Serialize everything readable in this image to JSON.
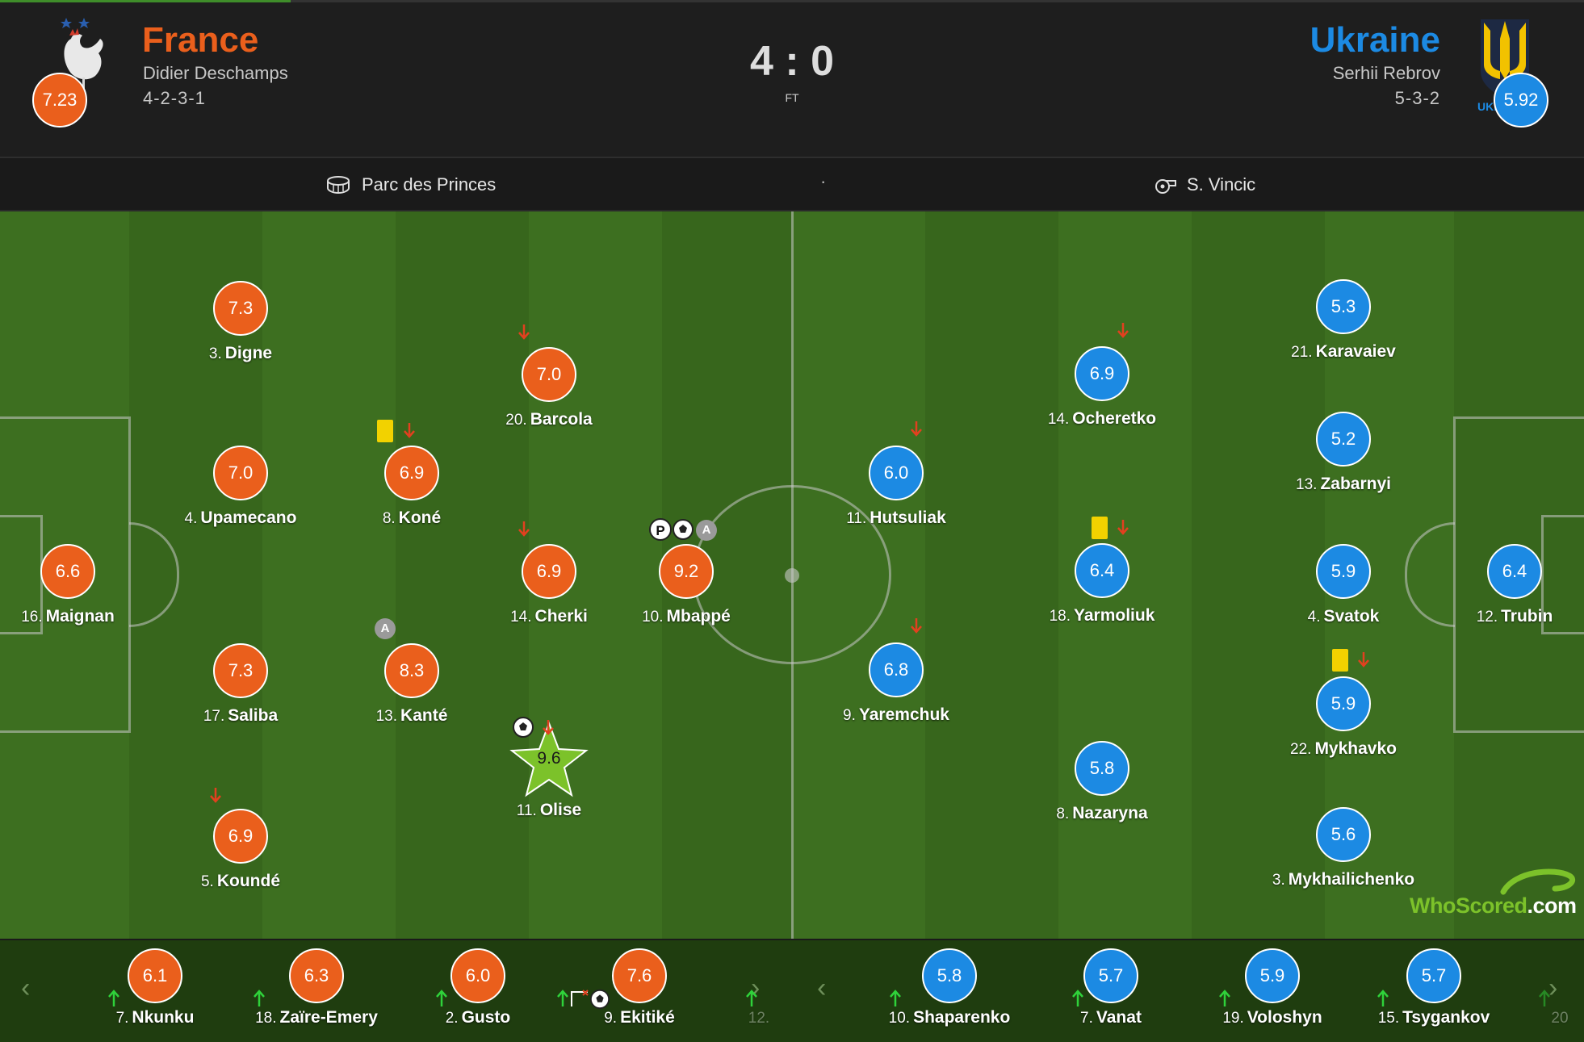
{
  "home": {
    "name": "France",
    "coach": "Didier Deschamps",
    "formation": "4-2-3-1",
    "rating": "7.23",
    "color": "#ea5f1c"
  },
  "away": {
    "name": "Ukraine",
    "coach": "Serhii Rebrov",
    "formation": "5-3-2",
    "rating": "5.92",
    "color": "#1c8ae3",
    "crest_text": "UKR"
  },
  "score": "4 : 0",
  "status": "FT",
  "venue": "Parc des Princes",
  "separator": "·",
  "referee": "S. Vincic",
  "home_players": [
    {
      "num": "3.",
      "name": "Digne",
      "rating": "7.3"
    },
    {
      "num": "4.",
      "name": "Upamecano",
      "rating": "7.0"
    },
    {
      "num": "16.",
      "name": "Maignan",
      "rating": "6.6"
    },
    {
      "num": "17.",
      "name": "Saliba",
      "rating": "7.3"
    },
    {
      "num": "5.",
      "name": "Koundé",
      "rating": "6.9",
      "events": [
        "subbed-off"
      ]
    },
    {
      "num": "8.",
      "name": "Koné",
      "rating": "6.9",
      "events": [
        "yellow-card",
        "subbed-off"
      ]
    },
    {
      "num": "13.",
      "name": "Kanté",
      "rating": "8.3",
      "events": [
        "assist"
      ]
    },
    {
      "num": "20.",
      "name": "Barcola",
      "rating": "7.0",
      "events": [
        "subbed-off"
      ]
    },
    {
      "num": "14.",
      "name": "Cherki",
      "rating": "6.9",
      "events": [
        "subbed-off"
      ]
    },
    {
      "num": "11.",
      "name": "Olise",
      "rating": "9.6",
      "man_of_match": true,
      "events": [
        "goal",
        "subbed-off"
      ]
    },
    {
      "num": "10.",
      "name": "Mbappé",
      "rating": "9.2",
      "events": [
        "penalty-goal",
        "goal",
        "assist"
      ]
    }
  ],
  "away_players": [
    {
      "num": "11.",
      "name": "Hutsuliak",
      "rating": "6.0",
      "events": [
        "subbed-off"
      ]
    },
    {
      "num": "9.",
      "name": "Yaremchuk",
      "rating": "6.8",
      "events": [
        "subbed-off"
      ]
    },
    {
      "num": "14.",
      "name": "Ocheretko",
      "rating": "6.9",
      "events": [
        "subbed-off"
      ]
    },
    {
      "num": "18.",
      "name": "Yarmoliuk",
      "rating": "6.4",
      "events": [
        "yellow-card",
        "subbed-off"
      ]
    },
    {
      "num": "8.",
      "name": "Nazaryna",
      "rating": "5.8"
    },
    {
      "num": "21.",
      "name": "Karavaiev",
      "rating": "5.3"
    },
    {
      "num": "13.",
      "name": "Zabarnyi",
      "rating": "5.2"
    },
    {
      "num": "4.",
      "name": "Svatok",
      "rating": "5.9"
    },
    {
      "num": "22.",
      "name": "Mykhavko",
      "rating": "5.9",
      "events": [
        "yellow-card",
        "subbed-off"
      ]
    },
    {
      "num": "3.",
      "name": "Mykhailichenko",
      "rating": "5.6"
    },
    {
      "num": "12.",
      "name": "Trubin",
      "rating": "6.4"
    }
  ],
  "home_bench": [
    {
      "num": "7.",
      "name": "Nkunku",
      "rating": "6.1"
    },
    {
      "num": "18.",
      "name": "Zaïre-Emery",
      "rating": "6.3"
    },
    {
      "num": "2.",
      "name": "Gusto",
      "rating": "6.0"
    },
    {
      "num": "9.",
      "name": "Ekitiké",
      "rating": "7.6",
      "events": [
        "subbed-on",
        "goal"
      ]
    },
    {
      "num": "12.",
      "name": "",
      "rating": "",
      "faded": true
    }
  ],
  "away_bench": [
    {
      "num": "10.",
      "name": "Shaparenko",
      "rating": "5.8"
    },
    {
      "num": "7.",
      "name": "Vanat",
      "rating": "5.7"
    },
    {
      "num": "19.",
      "name": "Voloshyn",
      "rating": "5.9"
    },
    {
      "num": "15.",
      "name": "Tsygankov",
      "rating": "5.7"
    },
    {
      "num": "20",
      "name": "",
      "rating": "",
      "faded": true
    }
  ],
  "nav": {
    "prev": "‹",
    "next": "›"
  },
  "brand": {
    "text_a": "WhoScored",
    "text_b": ".com"
  }
}
